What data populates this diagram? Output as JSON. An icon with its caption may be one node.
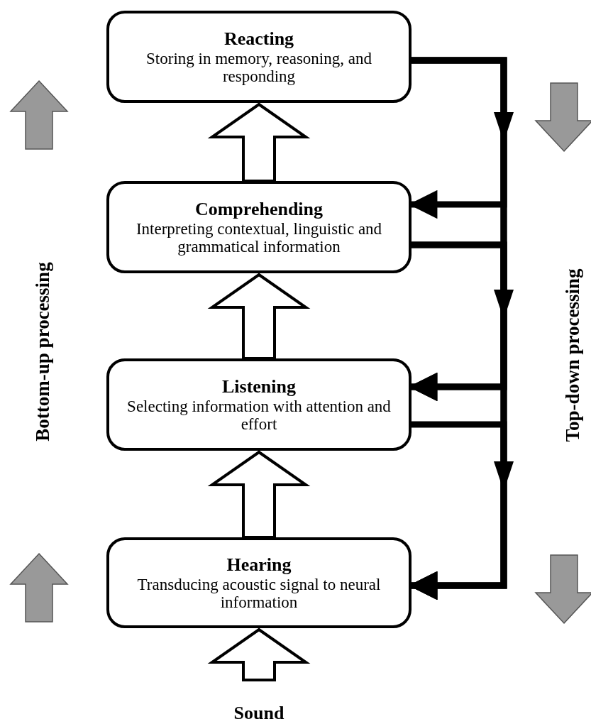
{
  "diagram": {
    "nodes": [
      {
        "text": [
          "Reacting",
          "Storing in memory, reasoning, and responding"
        ]
      },
      {
        "text": [
          "Comprehending",
          "Interpreting contextual, linguistic and grammatical information"
        ]
      },
      {
        "text": [
          "Listening",
          "Selecting information with attention and effort"
        ]
      },
      {
        "text": [
          "Hearing",
          "Transducing acoustic signal to neural information"
        ]
      },
      {
        "text": [
          "Sound"
        ]
      }
    ],
    "edges": [
      {
        "from": 4,
        "to": 3,
        "arrow": "to",
        "style": "thick"
      },
      {
        "from": 3,
        "to": 2,
        "arrow": "to",
        "style": "thick"
      },
      {
        "from": 2,
        "to": 1,
        "arrow": "to",
        "style": "thick"
      },
      {
        "from": 1,
        "to": 0,
        "arrow": "to",
        "style": "thick"
      },
      {
        "from": 0,
        "to": 1,
        "arrow": "to"
      },
      {
        "from": 0,
        "to": 2,
        "arrow": "to"
      },
      {
        "from": 0,
        "to": 3,
        "arrow": "to"
      },
      {
        "from": 1,
        "to": 2,
        "arrow": "to"
      },
      {
        "from": 1,
        "to": 3,
        "arrow": "to"
      },
      {
        "from": 2,
        "to": 3,
        "arrow": "to"
      }
    ],
    "labels": [
      "Bottom-up processing",
      "Top-down processing"
    ]
  }
}
